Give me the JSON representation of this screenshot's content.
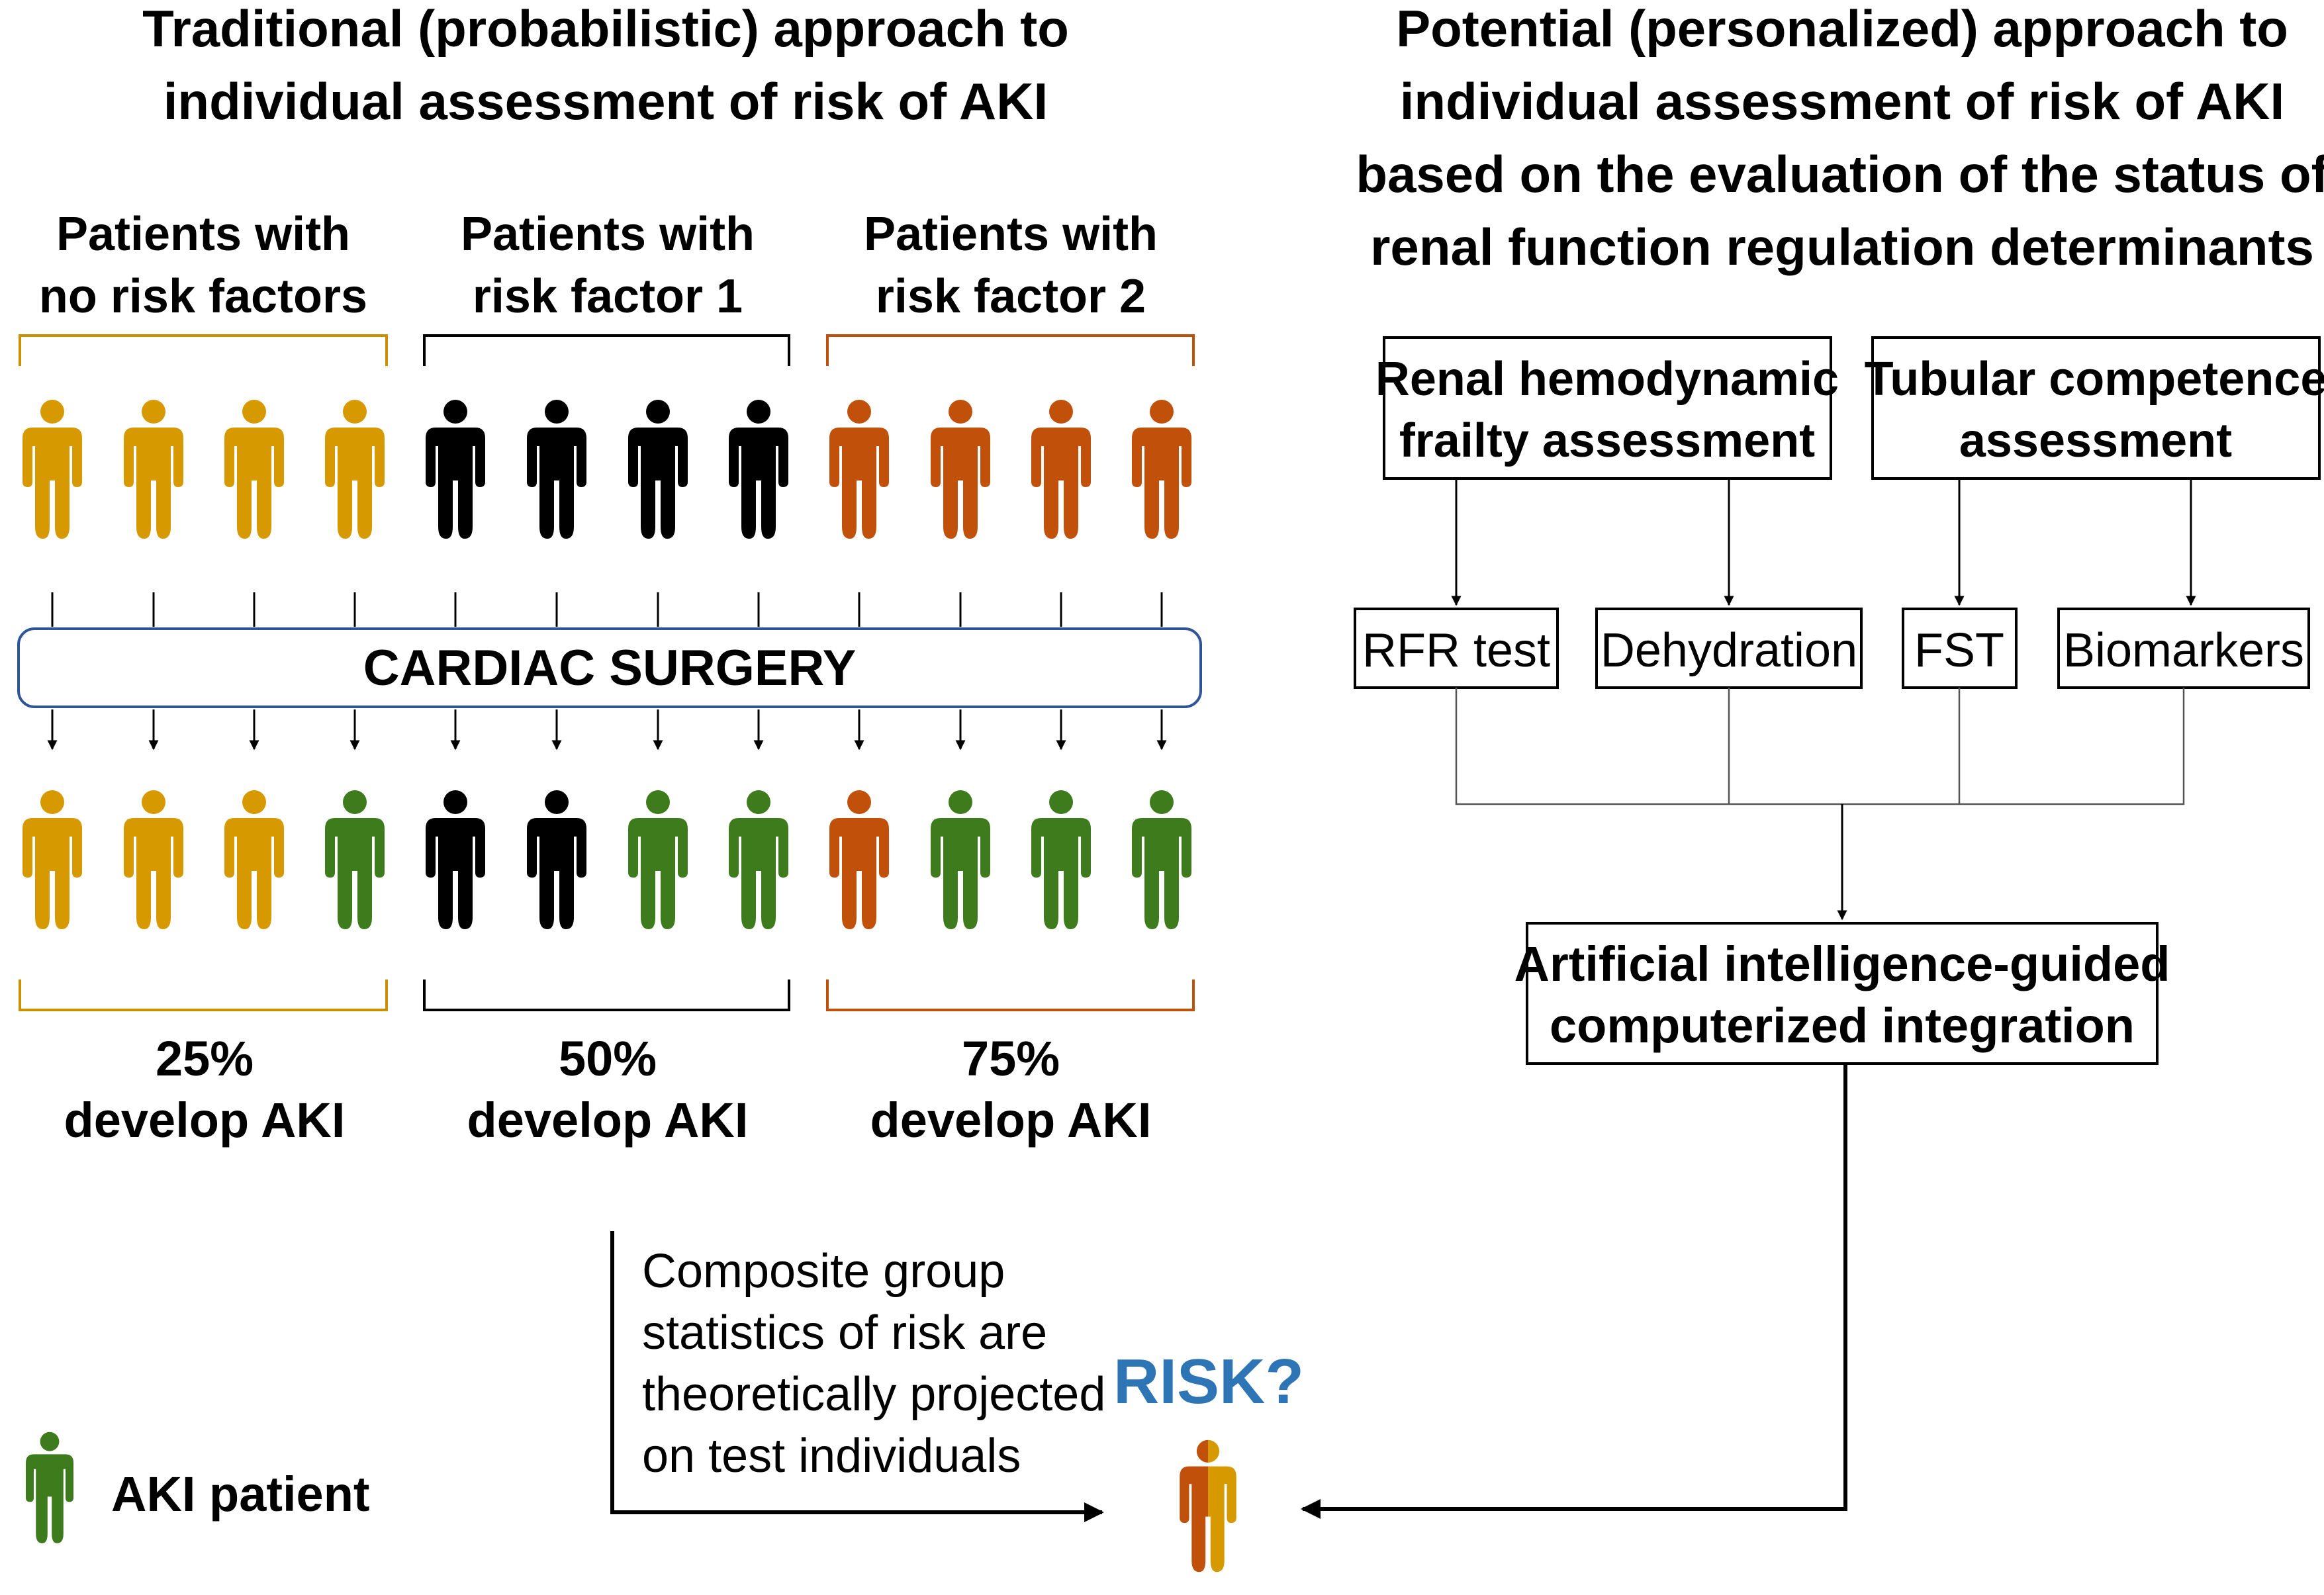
{
  "colors": {
    "none": "#D69A00",
    "rf1": "#000000",
    "rf2": "#C0500A",
    "aki": "#3E7B1D",
    "risk_text": "#2E75B6",
    "bracket_none": "#C99100",
    "bracket_rf2": "#C0500A",
    "box_border": "#2F5597"
  },
  "left": {
    "title_line1": "Traditional (probabilistic) approach to",
    "title_line2": "individual assessment of risk of AKI",
    "groups": [
      {
        "label_line1": "Patients with",
        "label_line2": "no risk factors",
        "pre_surgery": [
          "none",
          "none",
          "none",
          "none"
        ],
        "post_surgery": [
          "none",
          "none",
          "none",
          "aki"
        ],
        "result_line1": "25%",
        "result_line2": "develop AKI"
      },
      {
        "label_line1": "Patients with",
        "label_line2": "risk factor 1",
        "pre_surgery": [
          "rf1",
          "rf1",
          "rf1",
          "rf1"
        ],
        "post_surgery": [
          "rf1",
          "rf1",
          "aki",
          "aki"
        ],
        "result_line1": "50%",
        "result_line2": "develop AKI"
      },
      {
        "label_line1": "Patients with",
        "label_line2": "risk factor 2",
        "pre_surgery": [
          "rf2",
          "rf2",
          "rf2",
          "rf2"
        ],
        "post_surgery": [
          "rf2",
          "aki",
          "aki",
          "aki"
        ],
        "result_line1": "75%",
        "result_line2": "develop AKI"
      }
    ],
    "surgery_label": "CARDIAC SURGERY",
    "composite_text": [
      "Composite group",
      "statistics of risk are",
      "theoretically projected",
      "on test individuals"
    ],
    "legend_label": "AKI patient"
  },
  "right": {
    "title_lines": [
      "Potential (personalized) approach to",
      "individual assessment of risk of AKI",
      "based on the evaluation of the status of",
      "renal function regulation determinants"
    ],
    "box_hemodynamic": [
      "Renal hemodynamic",
      "frailty assessment"
    ],
    "box_tubular": [
      "Tubular competence",
      "assessment"
    ],
    "tests": [
      "RFR test",
      "Dehydration",
      "FST",
      "Biomarkers"
    ],
    "ai_box": [
      "Artificial intelligence-guided",
      "computerized integration"
    ]
  },
  "risk_label": "RISK?"
}
